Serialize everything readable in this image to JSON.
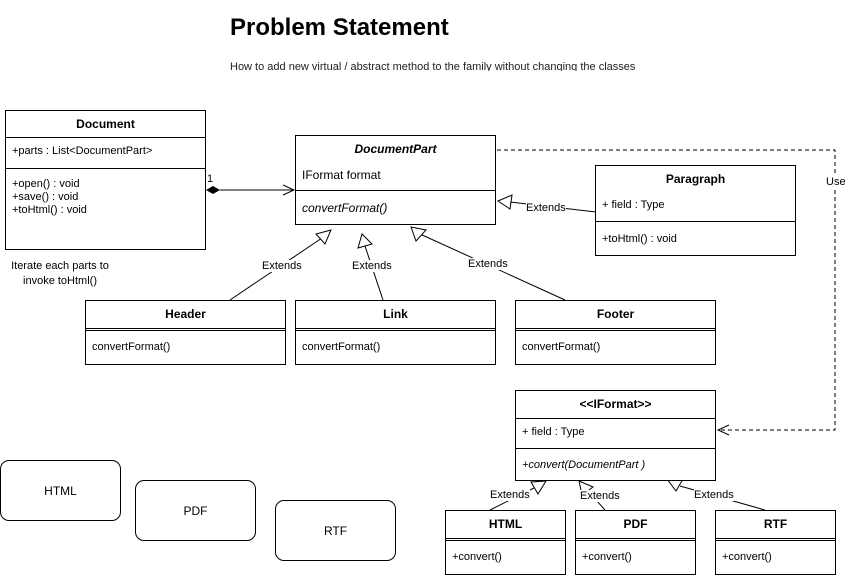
{
  "title": "Problem Statement",
  "subtitle": "How to add new virtual / abstract method to the family without changing the classes",
  "classes": {
    "document": {
      "name": "Document",
      "attrs": [
        "+parts : List<DocumentPart>"
      ],
      "methods": [
        "+open() : void",
        "+save() : void",
        "+toHtml() : void"
      ]
    },
    "document_part": {
      "name": "DocumentPart",
      "attrs": [
        "IFormat format"
      ],
      "methods": [
        "convertFormat()"
      ]
    },
    "paragraph": {
      "name": "Paragraph",
      "attrs": [
        "+ field : Type"
      ],
      "methods": [
        "+toHtml() : void"
      ]
    },
    "header": {
      "name": "Header",
      "methods": [
        "convertFormat()"
      ]
    },
    "link": {
      "name": "Link",
      "methods": [
        "convertFormat()"
      ]
    },
    "footer": {
      "name": "Footer",
      "methods": [
        "convertFormat()"
      ]
    },
    "iformat": {
      "name": "<<IFormat>>",
      "attrs": [
        "+ field : Type"
      ],
      "methods": [
        "+convert(DocumentPart )"
      ]
    },
    "html": {
      "name": "HTML",
      "methods": [
        "+convert()"
      ]
    },
    "pdf": {
      "name": "PDF",
      "methods": [
        "+convert()"
      ]
    },
    "rtf": {
      "name": "RTF",
      "methods": [
        "+convert()"
      ]
    }
  },
  "note": {
    "line1": "Iterate each parts to",
    "line2": "invoke toHtml()"
  },
  "shapes": {
    "html": "HTML",
    "pdf": "PDF",
    "rtf": "RTF"
  },
  "edges": {
    "extends": "Extends",
    "use": "Use",
    "multiplicity": "1"
  }
}
